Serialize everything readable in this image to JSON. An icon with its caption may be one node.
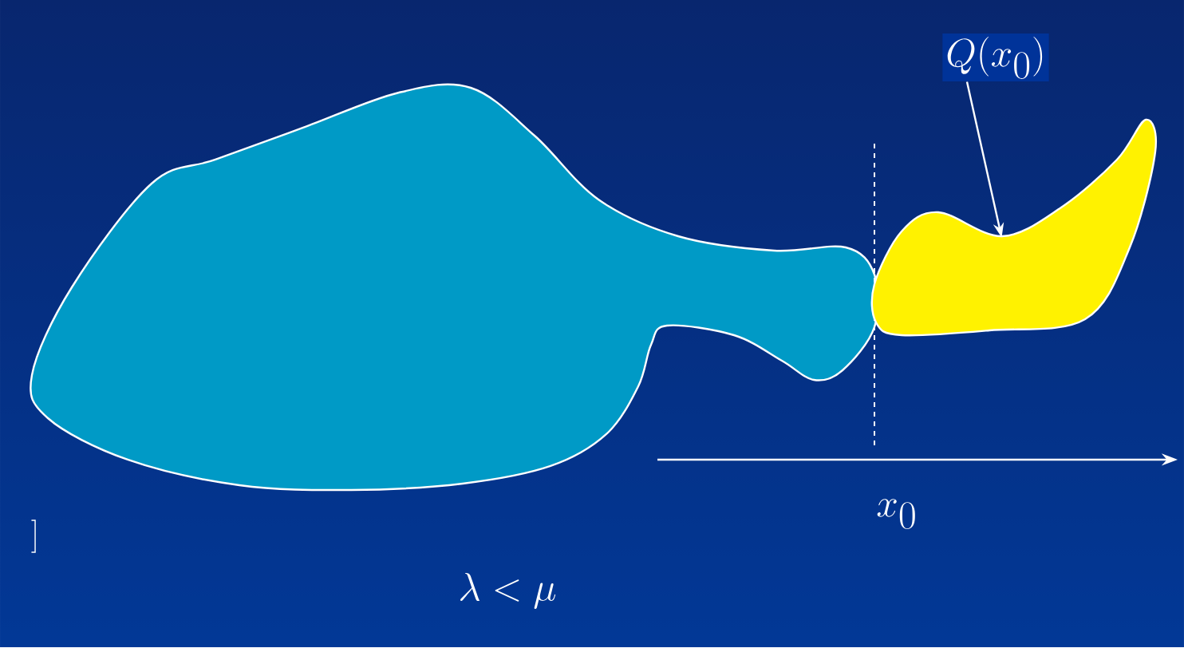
{
  "diagram": {
    "nodes": [
      {
        "text": [
          "Q(x_0)"
        ]
      },
      {
        "text": [],
        "shape": "blob"
      }
    ],
    "edges": [
      {
        "from": 0,
        "to": 1,
        "arrow": "to"
      }
    ],
    "labels": [
      "]",
      "x_0",
      "\\lambda < \\mu"
    ]
  }
}
